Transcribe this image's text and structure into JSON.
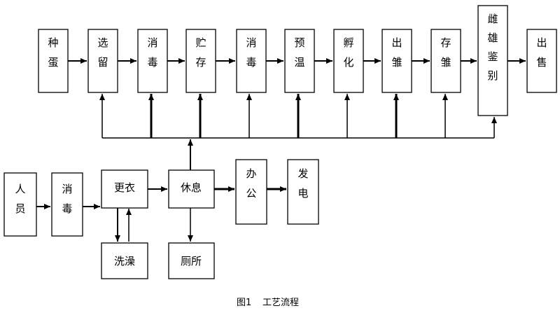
{
  "diagram": {
    "process_chain": [
      "种蛋",
      "选留",
      "消毒",
      "贮存",
      "消毒",
      "预温",
      "孵化",
      "出雏",
      "存雏",
      "雌雄鉴别",
      "出售"
    ],
    "personnel": {
      "person": "人员",
      "disinfect": "消毒",
      "change": "更衣",
      "bath": "洗澡",
      "rest": "休息",
      "toilet": "厕所",
      "office": "办公",
      "power": "发电"
    },
    "caption_num": "图1",
    "caption_text": "工艺流程"
  }
}
